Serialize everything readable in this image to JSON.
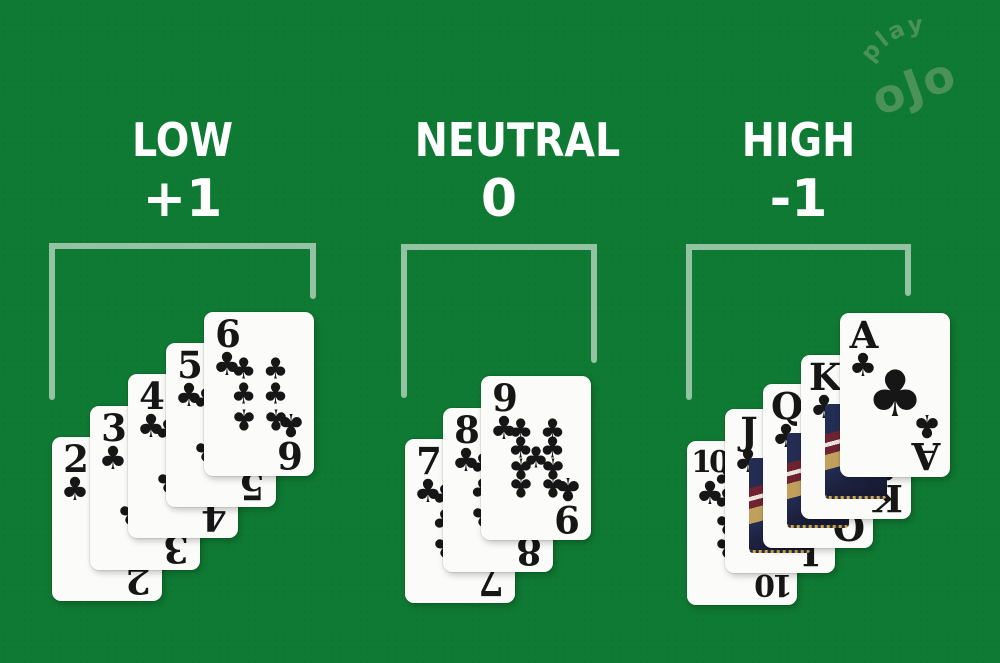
{
  "logo": {
    "line1": "play",
    "line2": "oJo"
  },
  "suit_symbols": {
    "clubs": "♣"
  },
  "groups": [
    {
      "label": "LOW",
      "count": "+1",
      "cards": [
        {
          "rank": "2",
          "suit": "clubs"
        },
        {
          "rank": "3",
          "suit": "clubs"
        },
        {
          "rank": "4",
          "suit": "clubs"
        },
        {
          "rank": "5",
          "suit": "clubs"
        },
        {
          "rank": "6",
          "suit": "clubs"
        }
      ]
    },
    {
      "label": "NEUTRAL",
      "count": "0",
      "cards": [
        {
          "rank": "7",
          "suit": "clubs"
        },
        {
          "rank": "8",
          "suit": "clubs"
        },
        {
          "rank": "9",
          "suit": "clubs"
        }
      ]
    },
    {
      "label": "HIGH",
      "count": "-1",
      "cards": [
        {
          "rank": "10",
          "suit": "clubs"
        },
        {
          "rank": "J",
          "suit": "clubs"
        },
        {
          "rank": "Q",
          "suit": "clubs"
        },
        {
          "rank": "K",
          "suit": "clubs"
        },
        {
          "rank": "A",
          "suit": "clubs"
        }
      ]
    }
  ],
  "colors": {
    "felt": "#0f7a33",
    "bracket_line": "#93c3a3",
    "header_text": "#ffffff",
    "card_face": "#fbfbf9",
    "pip": "#161616",
    "logo": "#4b9259"
  }
}
